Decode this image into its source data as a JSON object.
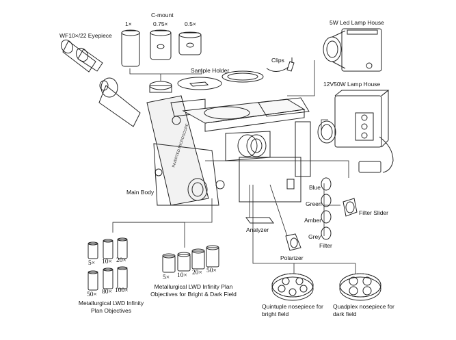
{
  "labels": {
    "eyepiece": "WF10×/22 Eyepiece",
    "cmount": "C-mount",
    "adapter_1x": "1×",
    "adapter_075x": "0.75×",
    "adapter_05x": "0.5×",
    "sample_holder": "Sample  Holder",
    "clips": "Clips",
    "led_lamp_house": "5W  Led Lamp House",
    "halogen_lamp_house": "12V50W Lamp House",
    "main_body": "Main Body",
    "blue": "Blue",
    "green": "Green",
    "amber": "Amber",
    "grey": "Grey",
    "filter": "Filter",
    "filter_slider": "Filter Slider",
    "analyzer": "Analyzer",
    "polarizer": "Polarizer",
    "obj_a_5x": "5×",
    "obj_a_10x": "10×",
    "obj_a_20x": "20×",
    "obj_a_50x": "50×",
    "obj_a_80x": "80×",
    "obj_a_100x": "100×",
    "obj_a_caption": "Metallurgical LWD Infinity Plan Objectives",
    "obj_b_5x": "5×",
    "obj_b_10x": "10×",
    "obj_b_20x": "20×",
    "obj_b_50x": "50×",
    "obj_b_caption": "Metallurgical LWD Infinity Plan Objectives for Bright & Dark Field",
    "nosepiece_bright": "Quintuple nosepiece for bright field",
    "nosepiece_dark": "Quadplex nosepiece for dark field",
    "microscope_text": "INVERTED MICROSCOPE"
  }
}
